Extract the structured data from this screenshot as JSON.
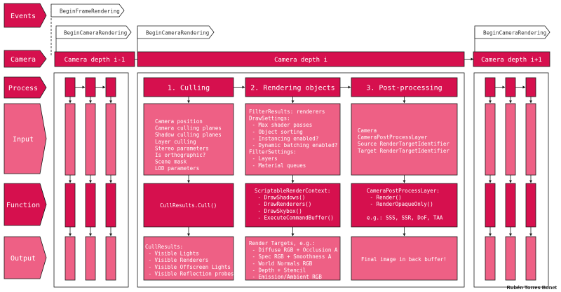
{
  "colors": {
    "dark": "#d6104e",
    "medium": "#e6345f",
    "light": "#ee6085",
    "stroke": "#1a1a1a",
    "panel_bg": "#ffffff"
  },
  "row_labels": {
    "events": "Events",
    "camera": "Camera",
    "process": "Process",
    "input": "Input",
    "function": "Function",
    "output": "Output"
  },
  "event_flags": {
    "begin_frame": "BeginFrameRendering",
    "begin_camera_prev": "BeginCameraRendering",
    "begin_camera_current": "BeginCameraRendering",
    "begin_camera_next": "BeginCameraRendering"
  },
  "camera_bars": {
    "prev": "Camera depth i-1",
    "current": "Camera depth i",
    "next": "Camera depth i+1"
  },
  "process_steps": {
    "culling": "1. Culling",
    "rendering": "2. Rendering objects",
    "post": "3. Post-processing"
  },
  "input_texts": {
    "culling": [
      "Camera position",
      "Camera culling planes",
      "Shadow culling planes",
      "Layer culling",
      "Stereo parameters",
      "Is orthographic?",
      "Scene mask",
      "LOD parameters"
    ],
    "rendering": [
      "FilterResults: renderers",
      "DrawSettings:",
      " - Max shader passes",
      " - Object sorting",
      " - Instancing enabled?",
      " - Dynamic batching enabled?",
      "FilterSettings:",
      " - Layers",
      " - Material queues"
    ],
    "post": [
      "Camera",
      "CameraPostProcessLayer",
      "Source RenderTargetIdentifier",
      "Target RenderTargetIdentifier"
    ]
  },
  "function_texts": {
    "culling": [
      "CullResults.Cull()"
    ],
    "rendering": [
      "ScriptableRenderContext:",
      " - DrawShadows()",
      " - DrawRenderers()",
      " - DrawSkybox()",
      " - ExecuteCommandBuffer()"
    ],
    "post": [
      "CameraPostProcessLayer:",
      " - Render()",
      " - RenderOpaqueOnly()",
      "",
      "e.g.: SSS, SSR, DoF, TAA"
    ]
  },
  "output_texts": {
    "culling": [
      "CullResults:",
      " - Visible Lights",
      " - Visible Renderers",
      " - Visible Offscreen Lights",
      " - Visible Reflection probes"
    ],
    "rendering": [
      "Render Targets, e.g.:",
      " - Diffuse RGB + Occlusion A",
      " - Spec RGB + Smoothness A",
      " - World Normals RGB",
      " - Depth + Stencil",
      " - Emission/Ambient RGB"
    ],
    "post": [
      "Final image in back buffer!"
    ]
  },
  "credit": "Rubén Torres Bonet"
}
